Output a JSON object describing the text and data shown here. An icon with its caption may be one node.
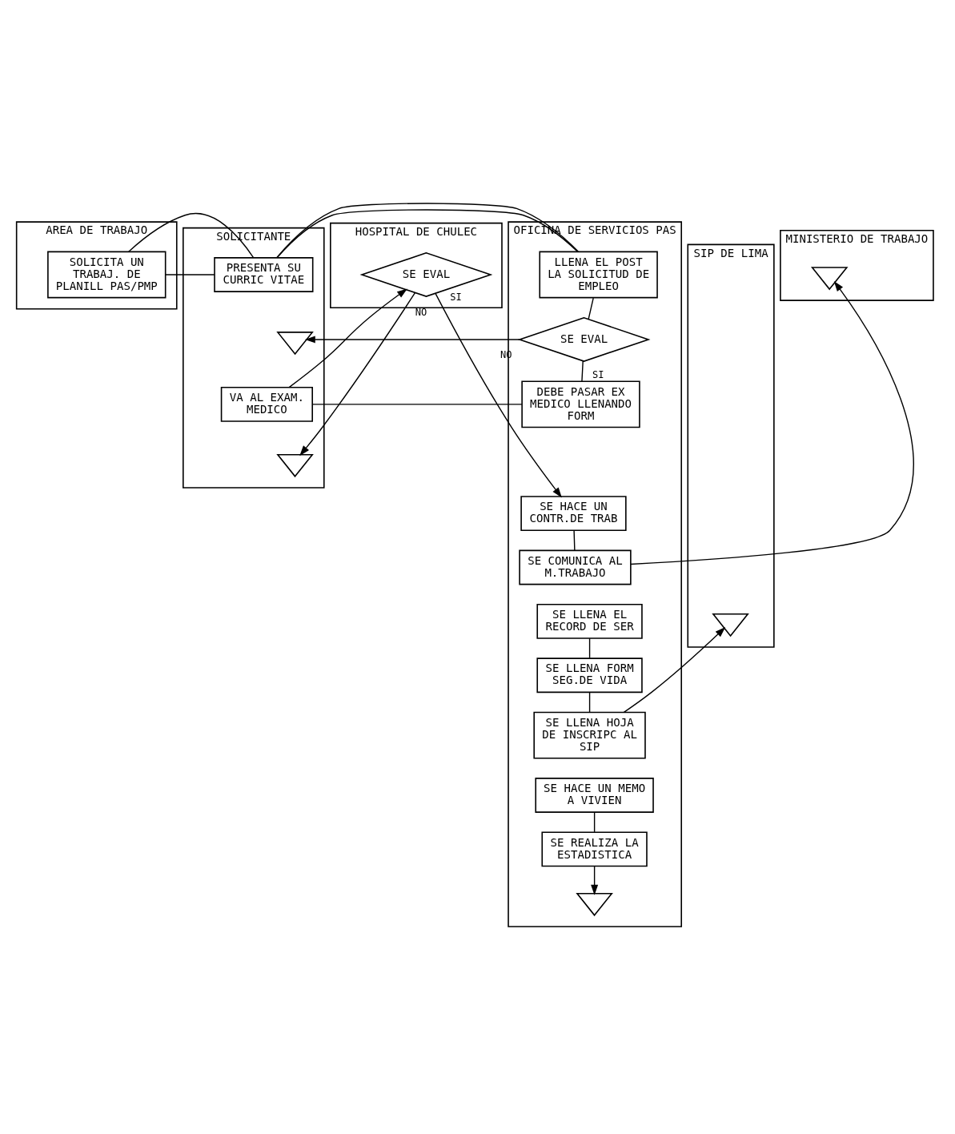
{
  "diagram": {
    "nodes": [
      {
        "text": [
          "AREA DE TRABAJO"
        ]
      },
      {
        "text": [
          "SOLICITA UN TRABAJ. DE PLANILL PAS/PMP"
        ],
        "in": 0
      },
      {
        "text": [
          "SOLICITANTE"
        ]
      },
      {
        "text": [
          "PRESENTA SU CURRIC VITAE"
        ],
        "in": 2
      },
      {
        "text": [],
        "shape": "triangle",
        "in": 2
      },
      {
        "text": [
          "VA AL EXAM. MEDICO"
        ],
        "in": 2
      },
      {
        "text": [],
        "shape": "triangle",
        "in": 2
      },
      {
        "text": [
          "OFICINA DE SERVICIOS PAS"
        ]
      },
      {
        "text": [
          "LLENA EL POST LA SOLICITUD DE EMPLEO"
        ],
        "in": 7
      },
      {
        "text": [
          "SE EVAL"
        ],
        "in": 7
      },
      {
        "text": [
          "DEBE PASAR EX MEDICO LLENANDO FORM"
        ],
        "in": 7
      },
      {
        "text": [
          "SE HACE UN CONTR.DE TRAB"
        ],
        "in": 7
      },
      {
        "text": [
          "SE COMUNICA AL M.TRABAJO"
        ],
        "in": 7
      },
      {
        "text": [
          "SE LLENA EL RECORD DE SER"
        ],
        "in": 7
      },
      {
        "text": [
          "SE LLENA FORM SEG.DE VIDA"
        ],
        "in": 7
      },
      {
        "text": [
          "SE LLENA HOJA DE INSCRIPC AL SIP"
        ],
        "in": 7
      },
      {
        "text": [
          "SE HACE UN MEMO A VIVIEN"
        ],
        "in": 7
      },
      {
        "text": [
          "SE REALIZA LA ESTADISTICA"
        ],
        "in": 7
      },
      {
        "text": [],
        "shape": "triangle",
        "in": 7
      },
      {
        "text": [
          "SIP DE LIMA"
        ]
      },
      {
        "text": [],
        "shape": "triangle",
        "in": 19
      },
      {
        "text": [
          "HOSPITAL DE CHULEC"
        ]
      },
      {
        "text": [
          "SE EVAL"
        ],
        "in": 21
      },
      {
        "text": [
          "MINISTERIO DE TRABAJO"
        ]
      },
      {
        "text": [],
        "shape": "triangle",
        "in": 23
      }
    ],
    "edges": [
      {
        "from": 1,
        "to": 3,
        "arrow": "none"
      },
      {
        "from": 3,
        "to": 8,
        "arrow": "none"
      },
      {
        "from": 8,
        "to": 9,
        "arrow": "none"
      },
      {
        "from": 9,
        "to": 4,
        "arrow": "to",
        "label": "NO"
      },
      {
        "from": 9,
        "to": 10,
        "arrow": "none",
        "label": "SI"
      },
      {
        "from": 10,
        "to": 5,
        "arrow": "none"
      },
      {
        "from": 5,
        "to": 22,
        "arrow": "to"
      },
      {
        "from": 22,
        "to": 6,
        "arrow": "to",
        "label": "NO"
      },
      {
        "from": 22,
        "to": 11,
        "arrow": "to",
        "label": "SI"
      },
      {
        "from": 11,
        "to": 12,
        "arrow": "none"
      },
      {
        "from": 12,
        "to": 24,
        "arrow": "to"
      },
      {
        "from": 13,
        "to": 14,
        "arrow": "none"
      },
      {
        "from": 14,
        "to": 15,
        "arrow": "none"
      },
      {
        "from": 15,
        "to": 20,
        "arrow": "to"
      },
      {
        "from": 16,
        "to": 17,
        "arrow": "none"
      },
      {
        "from": 17,
        "to": 18,
        "arrow": "to"
      }
    ]
  }
}
